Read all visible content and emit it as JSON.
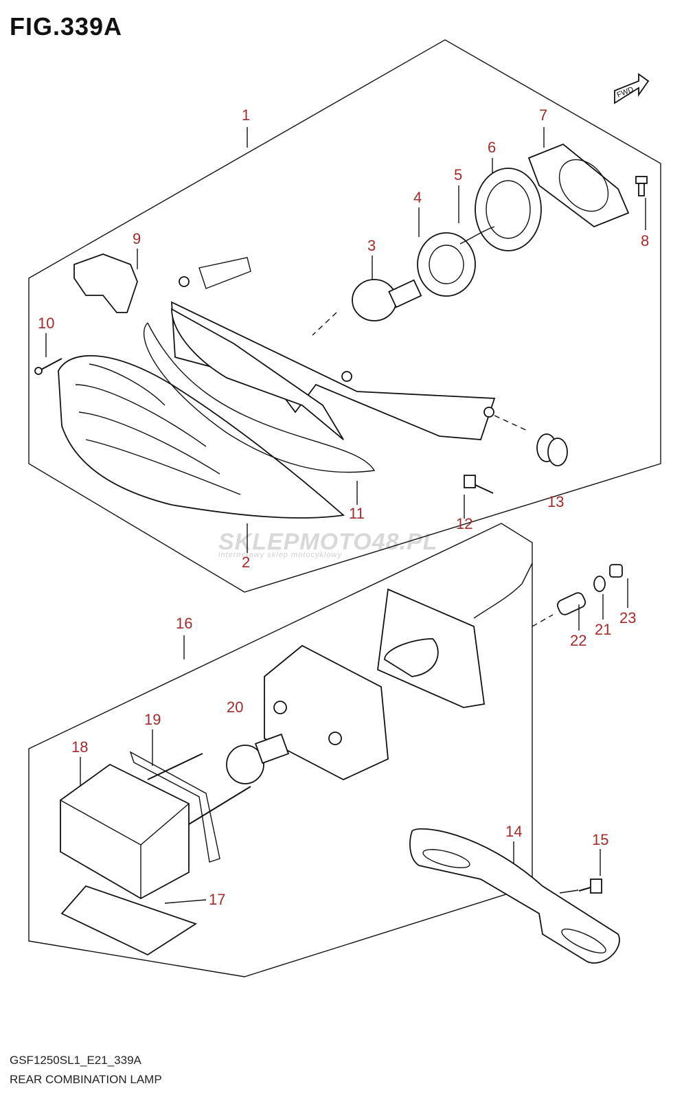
{
  "figure": {
    "title": "FIG.339A"
  },
  "fwd_label": "FWD",
  "callouts": [
    "1",
    "2",
    "3",
    "4",
    "5",
    "6",
    "7",
    "8",
    "9",
    "10",
    "11",
    "12",
    "13",
    "14",
    "15",
    "16",
    "17",
    "18",
    "19",
    "20",
    "21",
    "22",
    "23"
  ],
  "watermark": {
    "brand": "SKLEPMOTO48.PL",
    "tagline": "internetowy sklep motocyklowy"
  },
  "footer": {
    "code": "GSF1250SL1_E21_339A",
    "name": "REAR COMBINATION LAMP"
  },
  "colors": {
    "callout": "#a52a2a",
    "lines": "#111111"
  }
}
